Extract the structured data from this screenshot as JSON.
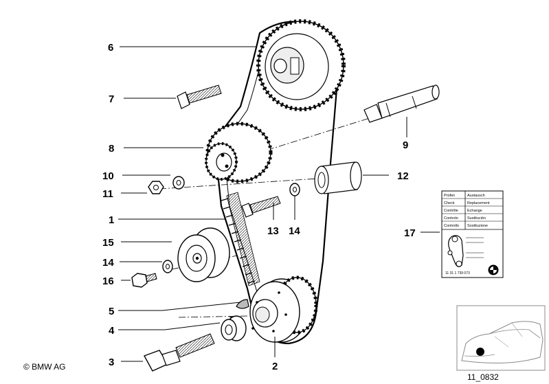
{
  "callouts": {
    "c1": "1",
    "c2": "2",
    "c3": "3",
    "c4": "4",
    "c5": "5",
    "c6": "6",
    "c7": "7",
    "c8": "8",
    "c9": "9",
    "c10": "10",
    "c11": "11",
    "c12": "12",
    "c13": "13",
    "c14a": "14",
    "c14b": "14",
    "c15": "15",
    "c16": "16",
    "c17": "17"
  },
  "info_card": {
    "rows": [
      {
        "left": "Prüfen",
        "right": "Austausch"
      },
      {
        "left": "Check",
        "right": "Replacement"
      },
      {
        "left": "Contrôle",
        "right": "Echange"
      },
      {
        "left": "Controlo",
        "right": "Sustitución"
      },
      {
        "left": "Controllo",
        "right": "Sostituzione"
      }
    ],
    "part_number": "11 31 1 739 073"
  },
  "footer": {
    "copyright": "© BMW AG",
    "diagram_id": "11_0832"
  }
}
